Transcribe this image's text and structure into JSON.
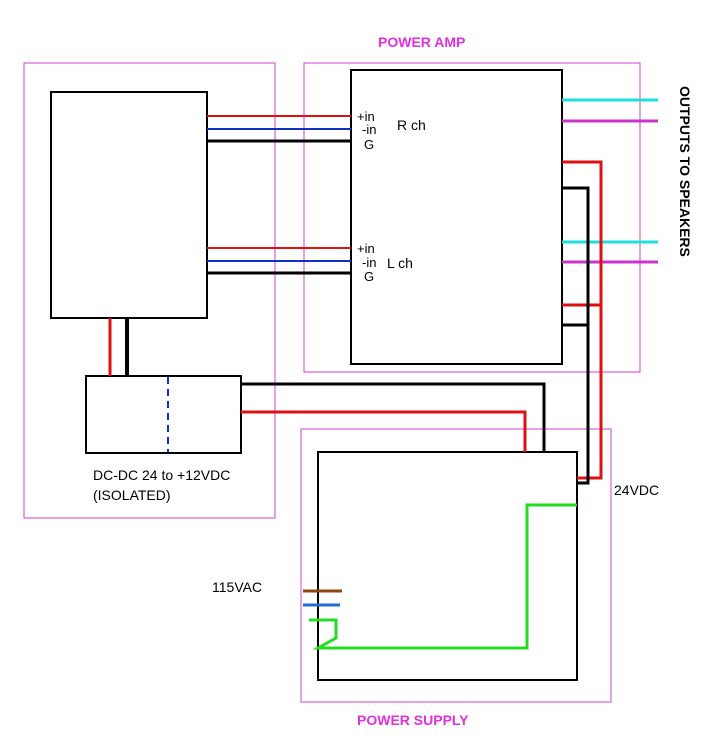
{
  "labels": {
    "power_amp": "POWER AMP",
    "power_supply": "POWER SUPPLY",
    "outputs": "OUTPUTS TO SPEAKERS",
    "dcdc_line1": "DC-DC 24 to +12VDC",
    "dcdc_line2": "(ISOLATED)",
    "supply_voltage": "24VDC",
    "mains": "115VAC"
  },
  "channels": {
    "r": {
      "name": "R ch",
      "plus": "+in",
      "minus": "-in",
      "ground": "G"
    },
    "l": {
      "name": "L ch",
      "plus": "+in",
      "minus": "-in",
      "ground": "G"
    }
  },
  "colors": {
    "group_border": "#d040d0",
    "title": "#e030e0",
    "positive_wire": "#dd1111",
    "negative_wire": "#1030c0",
    "ground_wire": "#000000",
    "speaker_cyan": "#22dddd",
    "speaker_magenta": "#cc33cc",
    "mains_brown": "#8b4513",
    "mains_blue": "#1e6fd0",
    "mains_green": "#22dd22"
  }
}
